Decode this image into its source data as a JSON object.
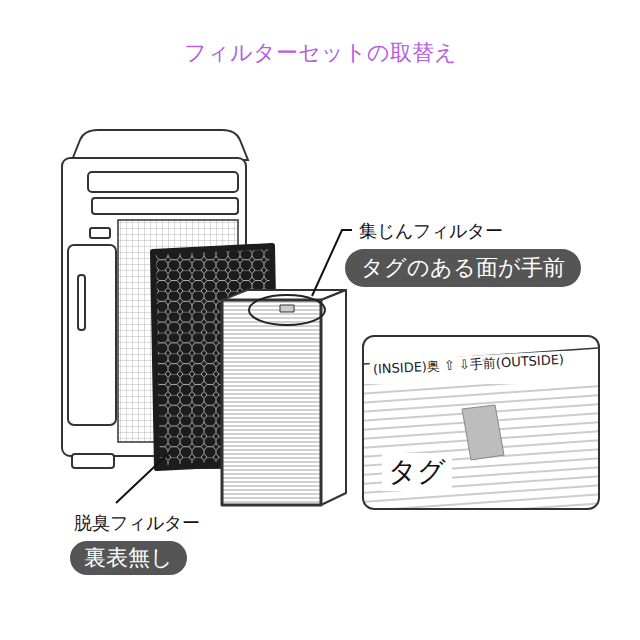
{
  "diagram": {
    "title": "フィルターセットの取替え",
    "nodes": [
      {
        "text": [
          "集じんフィルター",
          "タグのある面が手前"
        ]
      },
      {
        "text": [
          "(INSIDE)奥 ⇧ ⇩手前(OUTSIDE)",
          "タグ"
        ]
      },
      {
        "text": [
          "脱臭フィルター",
          "裏表無し"
        ]
      }
    ]
  }
}
